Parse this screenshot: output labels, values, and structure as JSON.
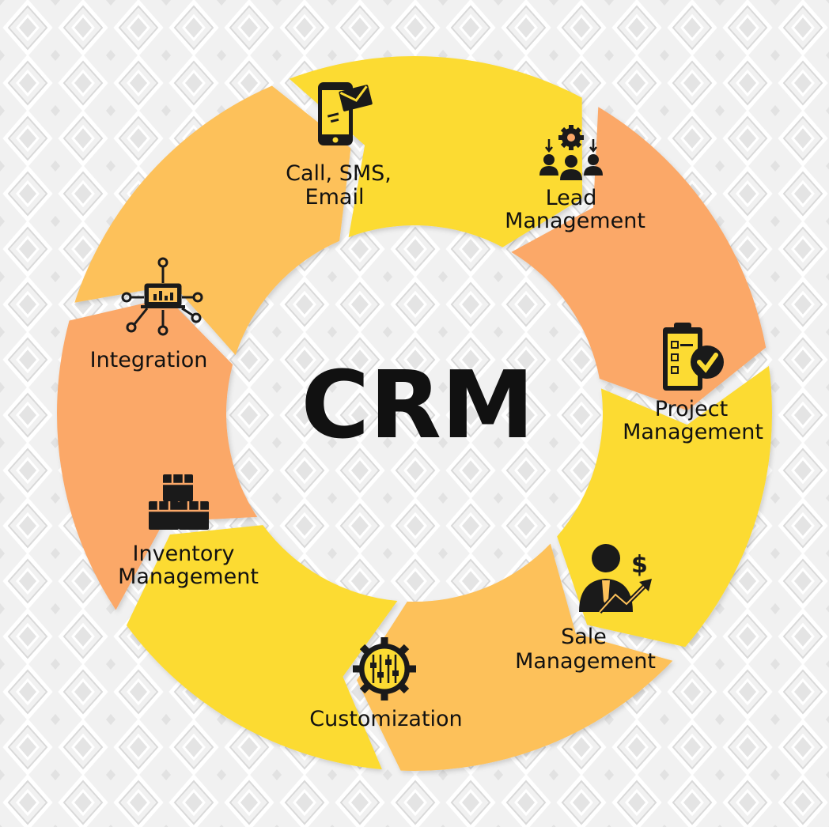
{
  "center_title": "CRM",
  "colors": {
    "background": "#f1f1f1",
    "pattern_shadow": "#d7d7d7",
    "pattern_light": "#ffffff",
    "yellow": "#fcdb33",
    "light_orange": "#fdc15a",
    "orange": "#fba868",
    "icon": "#1a1a1a",
    "text": "#111111"
  },
  "segments": [
    {
      "id": "call-sms-email",
      "lines": [
        "Call, SMS,",
        "Email"
      ],
      "color": "yellow",
      "icon": "phone-email-icon"
    },
    {
      "id": "lead-management",
      "lines": [
        "Lead",
        "Management"
      ],
      "color": "orange",
      "icon": "team-gear-icon"
    },
    {
      "id": "project-management",
      "lines": [
        "Project",
        "Management"
      ],
      "color": "yellow",
      "icon": "clipboard-check-icon"
    },
    {
      "id": "sale-management",
      "lines": [
        "Sale",
        "Management"
      ],
      "color": "light_orange",
      "icon": "businessman-dollar-icon"
    },
    {
      "id": "customization",
      "lines": [
        "Customization"
      ],
      "color": "yellow",
      "icon": "gear-sliders-icon"
    },
    {
      "id": "inventory-management",
      "lines": [
        "Inventory",
        "Management"
      ],
      "color": "orange",
      "icon": "boxes-icon"
    },
    {
      "id": "integration",
      "lines": [
        "Integration"
      ],
      "color": "light_orange",
      "icon": "laptop-network-icon"
    }
  ]
}
